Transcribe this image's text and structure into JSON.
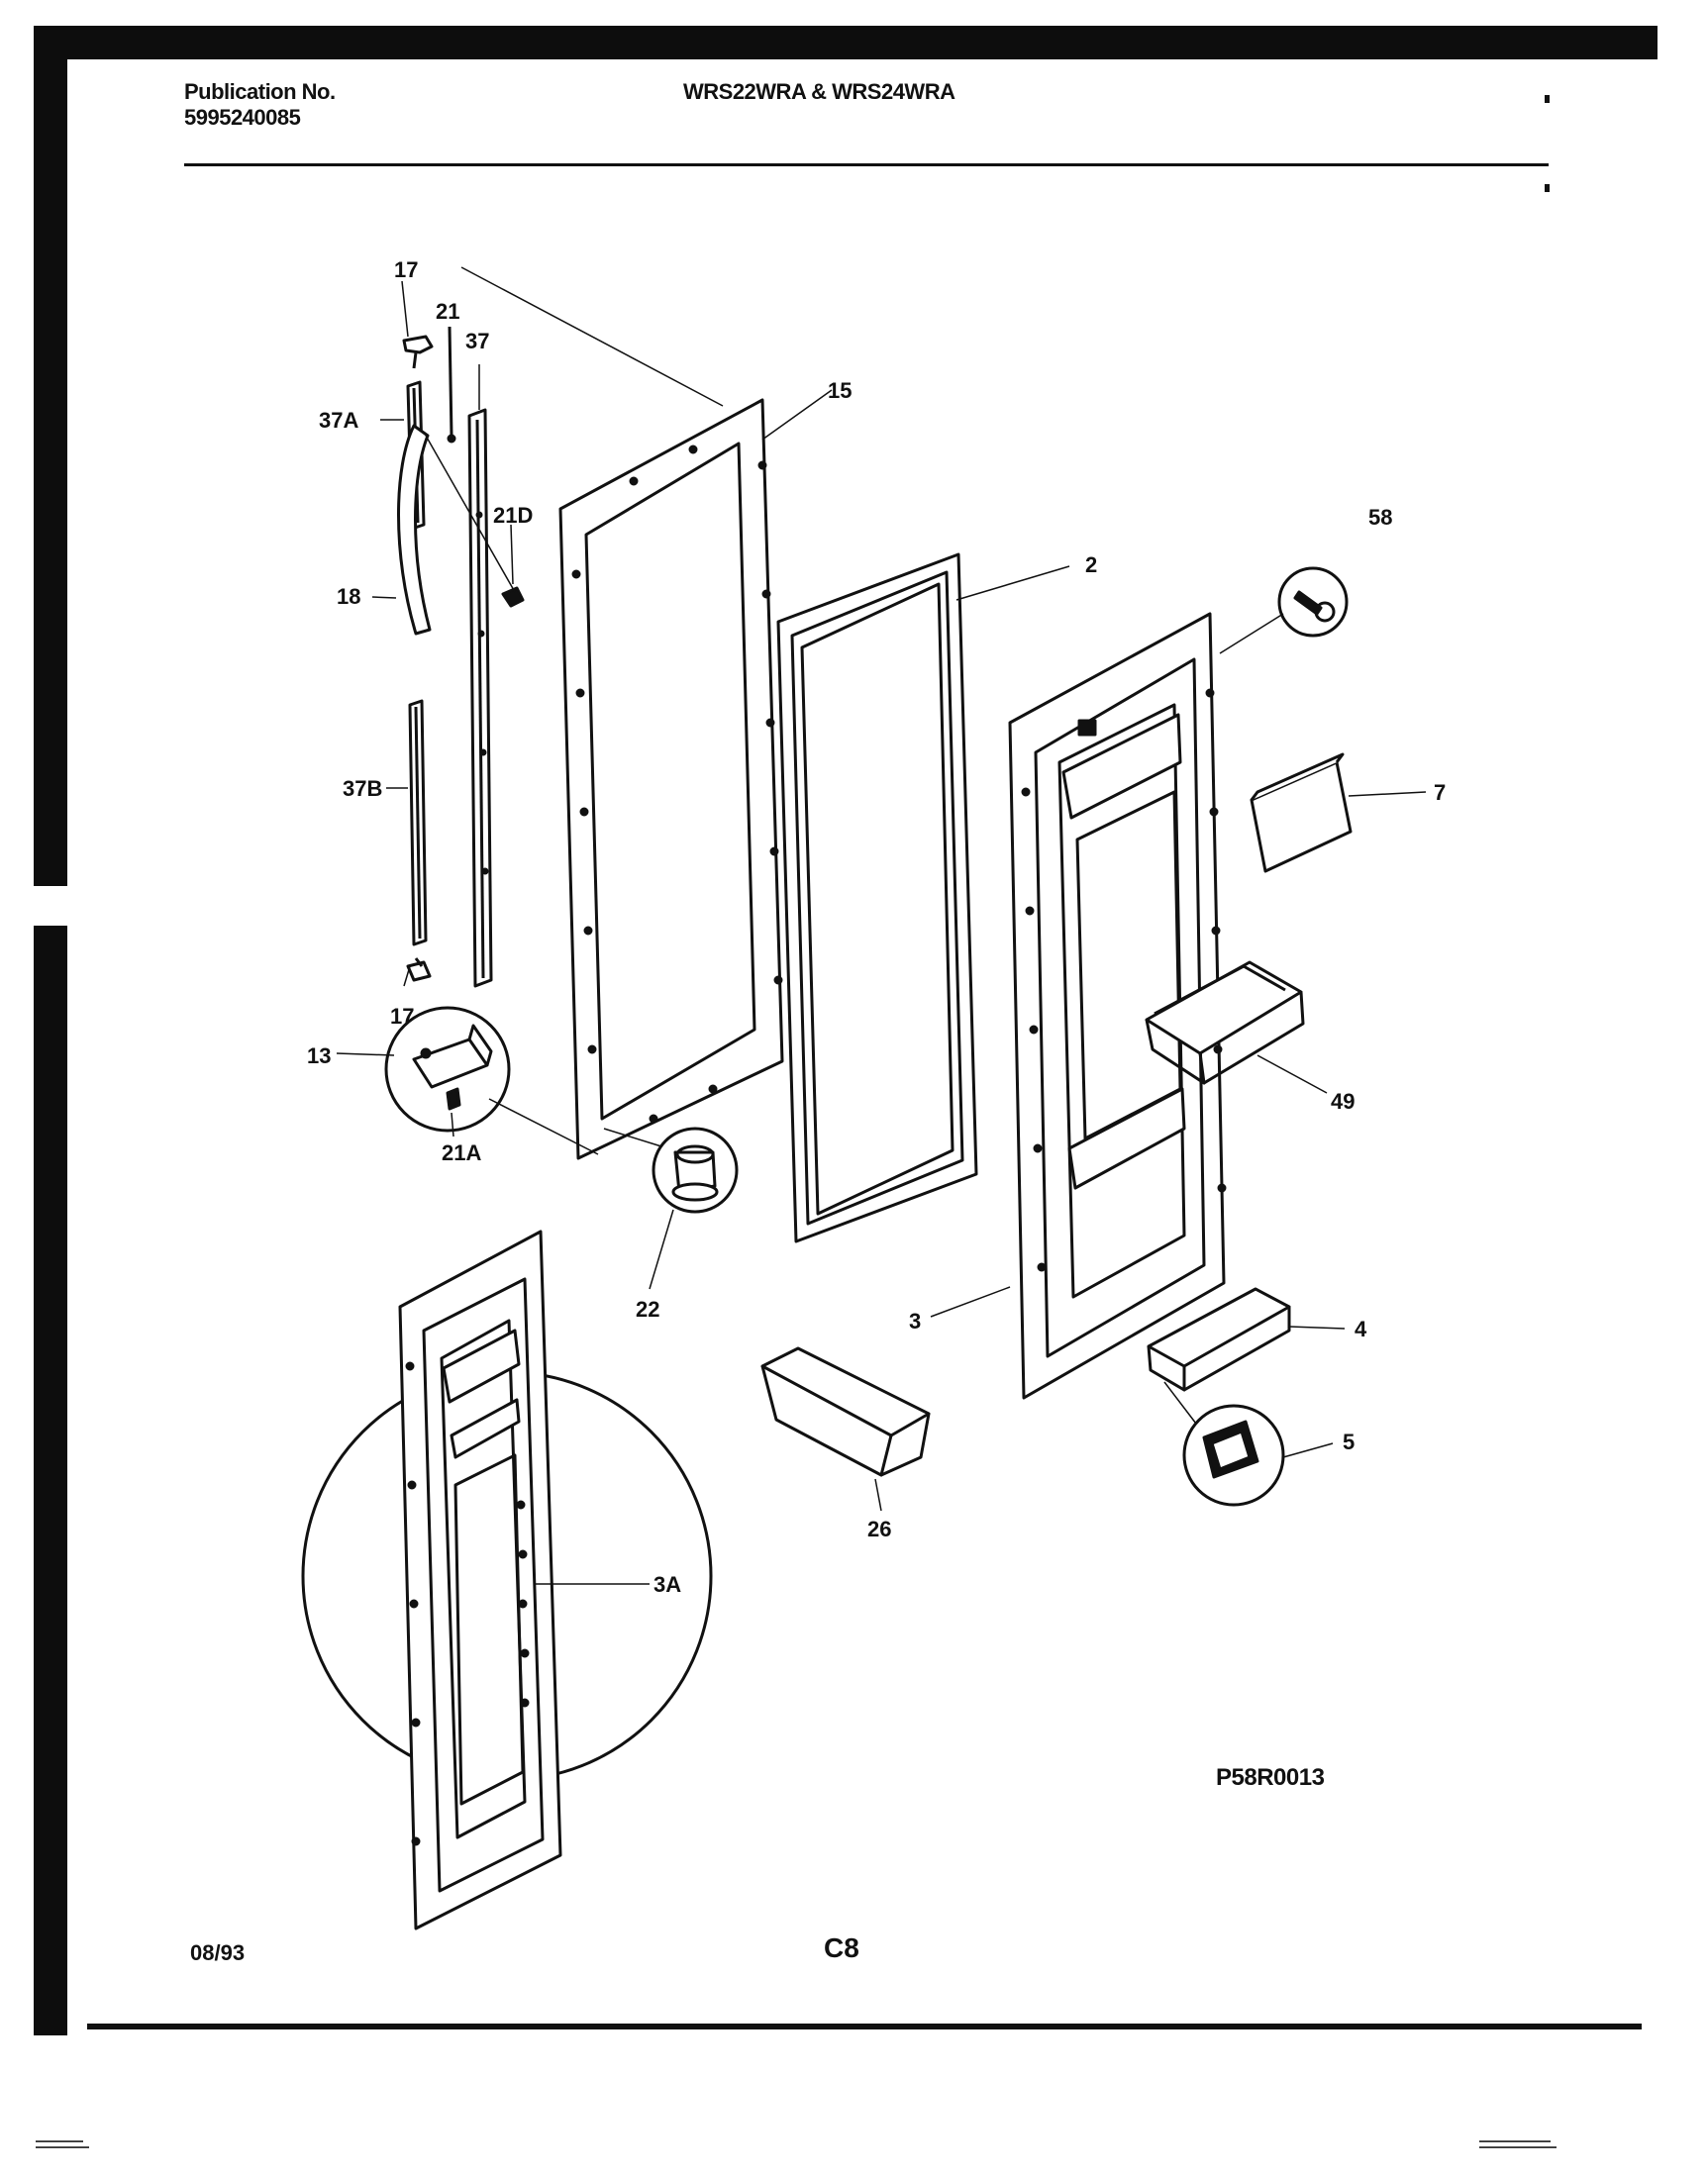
{
  "header": {
    "publication_label": "Publication No.",
    "publication_number": "5995240085",
    "model_title": "WRS22WRA & WRS24WRA"
  },
  "diagram": {
    "drawing_code": "P58R0013",
    "callouts": {
      "c17_top": "17",
      "c21": "21",
      "c37": "37",
      "c37A": "37A",
      "c15": "15",
      "c21D": "21D",
      "c18": "18",
      "c2": "2",
      "c58": "58",
      "c7": "7",
      "c37B": "37B",
      "c17_bottom": "17",
      "c13": "13",
      "c49": "49",
      "c21A": "21A",
      "c22": "22",
      "c3": "3",
      "c4": "4",
      "c5": "5",
      "c26": "26",
      "c3A": "3A"
    }
  },
  "footer": {
    "date": "08/93",
    "page_code": "C8"
  }
}
